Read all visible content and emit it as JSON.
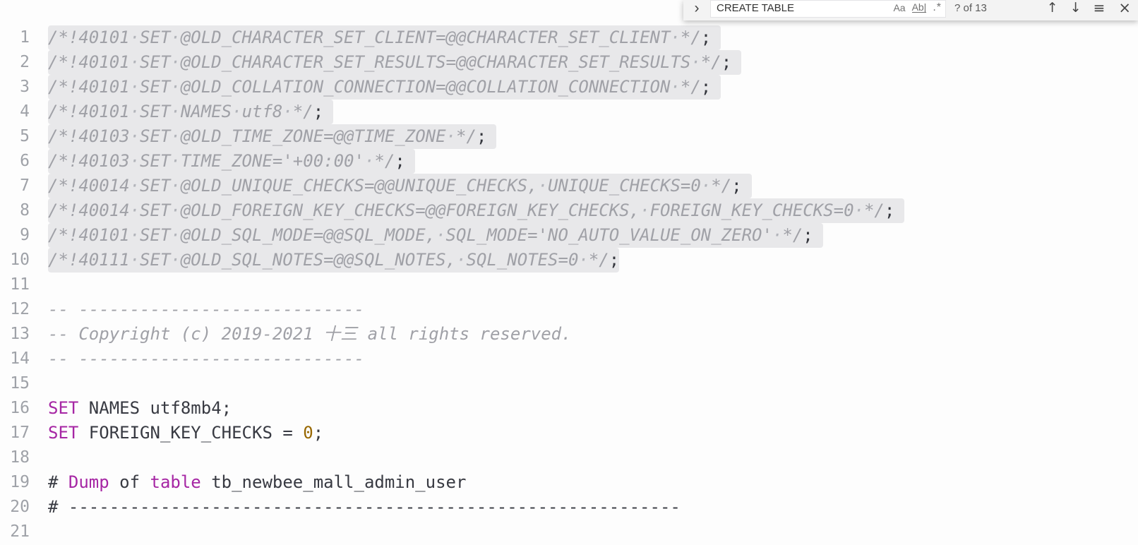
{
  "colors": {
    "editor_background": "#fdfdfd",
    "selection_background": "#e8e8ea",
    "comment": "#a0a1a7",
    "keyword": "#a626a4",
    "number": "#986801",
    "default_text": "#383a42",
    "line_number": "#9fa2a8",
    "find_widget_background": "#f3f3f3",
    "find_input_background": "#ffffff"
  },
  "find": {
    "query": "CREATE TABLE",
    "results": "? of 13",
    "icons": {
      "expand": "›",
      "match_case": "Aa",
      "whole_word": "Ab|",
      "regex": ".*",
      "prev": "↑",
      "next": "↓",
      "selection": "≡",
      "close": "×"
    }
  },
  "editor": {
    "language": "sql",
    "lines": [
      {
        "no": 1,
        "selected": true,
        "pad_newline": true,
        "tokens": [
          [
            "c",
            "/*!40101"
          ],
          [
            "w",
            "·"
          ],
          [
            "c",
            "SET"
          ],
          [
            "w",
            "·"
          ],
          [
            "c",
            "@OLD_CHARACTER_SET_CLIENT=@@CHARACTER_SET_CLIENT"
          ],
          [
            "w",
            "·"
          ],
          [
            "c",
            "*/"
          ],
          [
            "p",
            ";"
          ]
        ]
      },
      {
        "no": 2,
        "selected": true,
        "pad_newline": true,
        "tokens": [
          [
            "c",
            "/*!40101"
          ],
          [
            "w",
            "·"
          ],
          [
            "c",
            "SET"
          ],
          [
            "w",
            "·"
          ],
          [
            "c",
            "@OLD_CHARACTER_SET_RESULTS=@@CHARACTER_SET_RESULTS"
          ],
          [
            "w",
            "·"
          ],
          [
            "c",
            "*/"
          ],
          [
            "p",
            ";"
          ]
        ]
      },
      {
        "no": 3,
        "selected": true,
        "pad_newline": true,
        "tokens": [
          [
            "c",
            "/*!40101"
          ],
          [
            "w",
            "·"
          ],
          [
            "c",
            "SET"
          ],
          [
            "w",
            "·"
          ],
          [
            "c",
            "@OLD_COLLATION_CONNECTION=@@COLLATION_CONNECTION"
          ],
          [
            "w",
            "·"
          ],
          [
            "c",
            "*/"
          ],
          [
            "p",
            ";"
          ]
        ]
      },
      {
        "no": 4,
        "selected": true,
        "pad_newline": true,
        "tokens": [
          [
            "c",
            "/*!40101"
          ],
          [
            "w",
            "·"
          ],
          [
            "c",
            "SET"
          ],
          [
            "w",
            "·"
          ],
          [
            "c",
            "NAMES"
          ],
          [
            "w",
            "·"
          ],
          [
            "c",
            "utf8"
          ],
          [
            "w",
            "·"
          ],
          [
            "c",
            "*/"
          ],
          [
            "p",
            ";"
          ]
        ]
      },
      {
        "no": 5,
        "selected": true,
        "pad_newline": true,
        "tokens": [
          [
            "c",
            "/*!40103"
          ],
          [
            "w",
            "·"
          ],
          [
            "c",
            "SET"
          ],
          [
            "w",
            "·"
          ],
          [
            "c",
            "@OLD_TIME_ZONE=@@TIME_ZONE"
          ],
          [
            "w",
            "·"
          ],
          [
            "c",
            "*/"
          ],
          [
            "p",
            ";"
          ]
        ]
      },
      {
        "no": 6,
        "selected": true,
        "pad_newline": true,
        "tokens": [
          [
            "c",
            "/*!40103"
          ],
          [
            "w",
            "·"
          ],
          [
            "c",
            "SET"
          ],
          [
            "w",
            "·"
          ],
          [
            "c",
            "TIME_ZONE='+00:00'"
          ],
          [
            "w",
            "·"
          ],
          [
            "c",
            "*/"
          ],
          [
            "p",
            ";"
          ]
        ]
      },
      {
        "no": 7,
        "selected": true,
        "pad_newline": true,
        "tokens": [
          [
            "c",
            "/*!40014"
          ],
          [
            "w",
            "·"
          ],
          [
            "c",
            "SET"
          ],
          [
            "w",
            "·"
          ],
          [
            "c",
            "@OLD_UNIQUE_CHECKS=@@UNIQUE_CHECKS,"
          ],
          [
            "w",
            "·"
          ],
          [
            "c",
            "UNIQUE_CHECKS=0"
          ],
          [
            "w",
            "·"
          ],
          [
            "c",
            "*/"
          ],
          [
            "p",
            ";"
          ]
        ]
      },
      {
        "no": 8,
        "selected": true,
        "pad_newline": true,
        "tokens": [
          [
            "c",
            "/*!40014"
          ],
          [
            "w",
            "·"
          ],
          [
            "c",
            "SET"
          ],
          [
            "w",
            "·"
          ],
          [
            "c",
            "@OLD_FOREIGN_KEY_CHECKS=@@FOREIGN_KEY_CHECKS,"
          ],
          [
            "w",
            "·"
          ],
          [
            "c",
            "FOREIGN_KEY_CHECKS=0"
          ],
          [
            "w",
            "·"
          ],
          [
            "c",
            "*/"
          ],
          [
            "p",
            ";"
          ]
        ]
      },
      {
        "no": 9,
        "selected": true,
        "pad_newline": true,
        "tokens": [
          [
            "c",
            "/*!40101"
          ],
          [
            "w",
            "·"
          ],
          [
            "c",
            "SET"
          ],
          [
            "w",
            "·"
          ],
          [
            "c",
            "@OLD_SQL_MODE=@@SQL_MODE,"
          ],
          [
            "w",
            "·"
          ],
          [
            "c",
            "SQL_MODE='NO_AUTO_VALUE_ON_ZERO'"
          ],
          [
            "w",
            "·"
          ],
          [
            "c",
            "*/"
          ],
          [
            "p",
            ";"
          ]
        ]
      },
      {
        "no": 10,
        "selected": true,
        "pad_newline": false,
        "tokens": [
          [
            "c",
            "/*!40111"
          ],
          [
            "w",
            "·"
          ],
          [
            "c",
            "SET"
          ],
          [
            "w",
            "·"
          ],
          [
            "c",
            "@OLD_SQL_NOTES=@@SQL_NOTES,"
          ],
          [
            "w",
            "·"
          ],
          [
            "c",
            "SQL_NOTES=0"
          ],
          [
            "w",
            "·"
          ],
          [
            "c",
            "*/"
          ],
          [
            "p",
            ";"
          ]
        ]
      },
      {
        "no": 11,
        "selected": false,
        "tokens": []
      },
      {
        "no": 12,
        "selected": false,
        "tokens": [
          [
            "c",
            "-- ----------------------------"
          ]
        ]
      },
      {
        "no": 13,
        "selected": false,
        "tokens": [
          [
            "c",
            "-- Copyright (c) 2019-2021 十三 all rights reserved."
          ]
        ]
      },
      {
        "no": 14,
        "selected": false,
        "tokens": [
          [
            "c",
            "-- ----------------------------"
          ]
        ]
      },
      {
        "no": 15,
        "selected": false,
        "tokens": []
      },
      {
        "no": 16,
        "selected": false,
        "tokens": [
          [
            "k",
            "SET"
          ],
          [
            "t",
            " NAMES utf8mb4;"
          ]
        ]
      },
      {
        "no": 17,
        "selected": false,
        "tokens": [
          [
            "k",
            "SET"
          ],
          [
            "t",
            " FOREIGN_KEY_CHECKS = "
          ],
          [
            "n",
            "0"
          ],
          [
            "t",
            ";"
          ]
        ]
      },
      {
        "no": 18,
        "selected": false,
        "tokens": []
      },
      {
        "no": 19,
        "selected": false,
        "tokens": [
          [
            "t",
            "# "
          ],
          [
            "k",
            "Dump"
          ],
          [
            "t",
            " of "
          ],
          [
            "k",
            "table"
          ],
          [
            "t",
            " tb_newbee_mall_admin_user"
          ]
        ]
      },
      {
        "no": 20,
        "selected": false,
        "tokens": [
          [
            "t",
            "# ------------------------------------------------------------"
          ]
        ]
      },
      {
        "no": 21,
        "selected": false,
        "tokens": []
      }
    ]
  }
}
